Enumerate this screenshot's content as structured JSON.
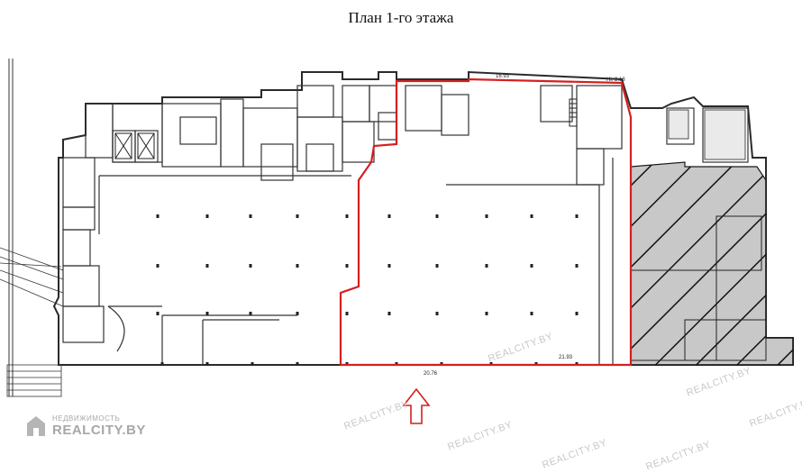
{
  "title": "План 1-го этажа",
  "watermark": "REALCITY.BY",
  "logo": {
    "small": "НЕДВИЖИМОСТЬ",
    "big": "REALCITY.BY"
  },
  "colors": {
    "highlight": "#d42020",
    "lines": "#2a2a2a",
    "hatch": "#1a1a1a",
    "watermark": "#c9c9c9"
  },
  "dimensions": {
    "top": "16.93",
    "bottom": "20.76",
    "right": "21.93",
    "corner": "Hi: 2.18"
  },
  "marker": "arrow-up-outline-icon"
}
